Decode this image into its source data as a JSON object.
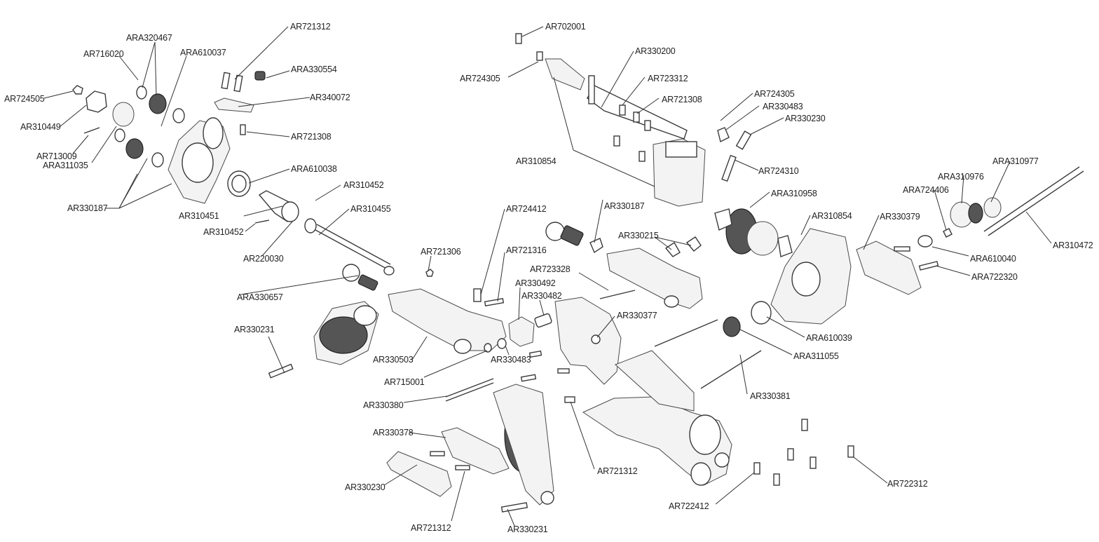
{
  "colors": {
    "line": "#333333",
    "text": "#222222",
    "background": "#ffffff"
  },
  "labels": {
    "ar721312_top": "AR721312",
    "ara320467": "ARA320467",
    "ar716020": "AR716020",
    "ara610037": "ARA610037",
    "ar724505": "AR724505",
    "ar310449": "AR310449",
    "ar713009": "AR713009",
    "ara311035": "ARA311035",
    "ar330187_left": "AR330187",
    "ara330554": "ARA330554",
    "ar340072": "AR340072",
    "ar721308_left": "AR721308",
    "ara610038": "ARA610038",
    "ar310452_top": "AR310452",
    "ar310451": "AR310451",
    "ar310455": "AR310455",
    "ar310452_mid": "AR310452",
    "ar220030": "AR220030",
    "ara330657": "ARA330657",
    "ar330231_left": "AR330231",
    "ar702001": "AR702001",
    "ar724305_left": "AR724305",
    "ar330200": "AR330200",
    "ar723312": "AR723312",
    "ar721308_mid": "AR721308",
    "ar310854_left": "AR310854",
    "ar724305_right": "AR724305",
    "ar330483_top": "AR330483",
    "ar330230_top": "AR330230",
    "ar724310": "AR724310",
    "ara310958": "ARA310958",
    "ar310854_right": "AR310854",
    "ar330379": "AR330379",
    "ara724406": "ARA724406",
    "ara310976": "ARA310976",
    "ara310977": "ARA310977",
    "ar310472": "AR310472",
    "ara610040": "ARA610040",
    "ara722320": "ARA722320",
    "ar724412": "AR724412",
    "ar330187_mid": "AR330187",
    "ar330215": "AR330215",
    "ar721306": "AR721306",
    "ar721316": "AR721316",
    "ar723328": "AR723328",
    "ar330492": "AR330492",
    "ar330482": "AR330482",
    "ar330377": "AR330377",
    "ara610039": "ARA610039",
    "ara311055": "ARA311055",
    "ar330503": "AR330503",
    "ar330483_bottom": "AR330483",
    "ar715001": "AR715001",
    "ar330380": "AR330380",
    "ar330381": "AR330381",
    "ar330378": "AR330378",
    "ar330230_bottom": "AR330230",
    "ar721312_mid": "AR721312",
    "ar721312_bottom": "AR721312",
    "ar330231_bottom": "AR330231",
    "ar722412": "AR722412",
    "ar722312": "AR722312"
  }
}
